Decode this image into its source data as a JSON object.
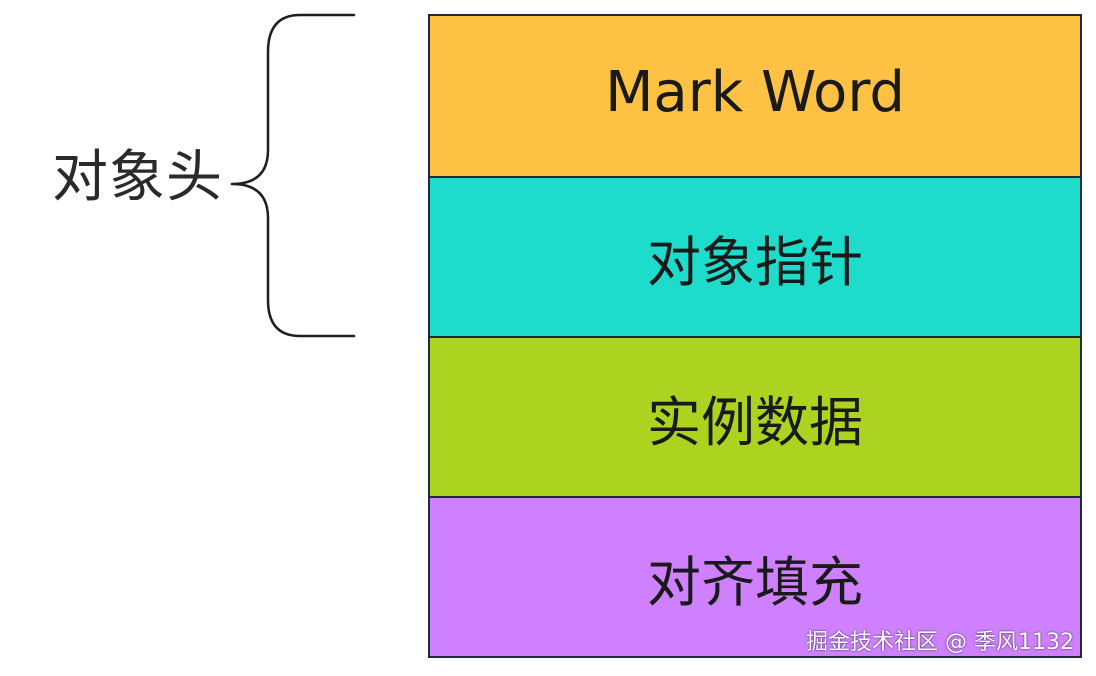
{
  "brace": {
    "label": "对象头"
  },
  "blocks": [
    {
      "label": "Mark Word",
      "color": "#fdc143"
    },
    {
      "label": "对象指针",
      "color": "#1edccb"
    },
    {
      "label": "实例数据",
      "color": "#abd31f"
    },
    {
      "label": "对齐填充",
      "color": "#cf80ff"
    }
  ],
  "watermark": {
    "text": "掘金技术社区 @ 季风1132"
  },
  "colors": {
    "border": "#1f2937",
    "text": "#1a1a1a"
  }
}
